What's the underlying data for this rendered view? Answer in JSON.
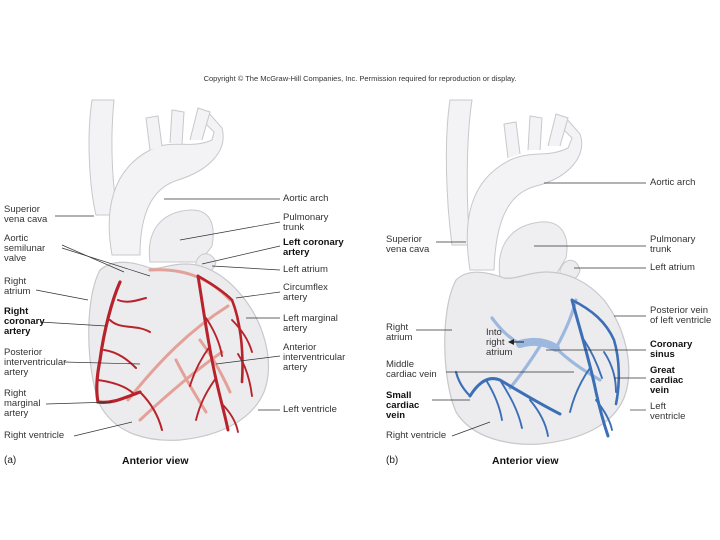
{
  "copyright": "Copyright © The McGraw-Hill Companies, Inc. Permission required for reproduction or display.",
  "colors": {
    "artery": "#b8232b",
    "artery_light": "#e3a199",
    "vein": "#3d6fb6",
    "vein_light": "#9db8de",
    "heart": "#e9e9eb",
    "outline": "#c8c8cc"
  },
  "panel_a": {
    "letter": "(a)",
    "view": "Anterior view",
    "labels": {
      "superior_vena_cava": "Superior\nvena cava",
      "aortic_semilunar_valve": "Aortic\nsemilunar\nvalve",
      "right_atrium": "Right\natrium",
      "right_coronary_artery": "Right\ncoronary\nartery",
      "posterior_interventricular_artery": "Posterior\ninterventricular\nartery",
      "right_marginal_artery": "Right\nmarginal\nartery",
      "right_ventricle": "Right ventricle",
      "aortic_arch": "Aortic arch",
      "pulmonary_trunk": "Pulmonary\ntrunk",
      "left_coronary_artery": "Left coronary\nartery",
      "left_atrium": "Left atrium",
      "circumflex_artery": "Circumflex\nartery",
      "left_marginal_artery": "Left marginal\nartery",
      "anterior_interventricular_artery": "Anterior\ninterventricular\nartery",
      "left_ventricle": "Left ventricle"
    }
  },
  "panel_b": {
    "letter": "(b)",
    "view": "Anterior view",
    "labels": {
      "aortic_arch": "Aortic arch",
      "superior_vena_cava": "Superior\nvena cava",
      "pulmonary_trunk": "Pulmonary\ntrunk",
      "left_atrium": "Left atrium",
      "posterior_vein": "Posterior vein\nof left ventricle",
      "right_atrium": "Right\natrium",
      "into_right_atrium": "Into\nright\natrium",
      "coronary_sinus": "Coronary\nsinus",
      "middle_cardiac_vein": "Middle\ncardiac vein",
      "great_cardiac_vein": "Great\ncardiac\nvein",
      "small_cardiac_vein": "Small\ncardiac\nvein",
      "left_ventricle": "Left\nventricle",
      "right_ventricle": "Right ventricle"
    }
  }
}
